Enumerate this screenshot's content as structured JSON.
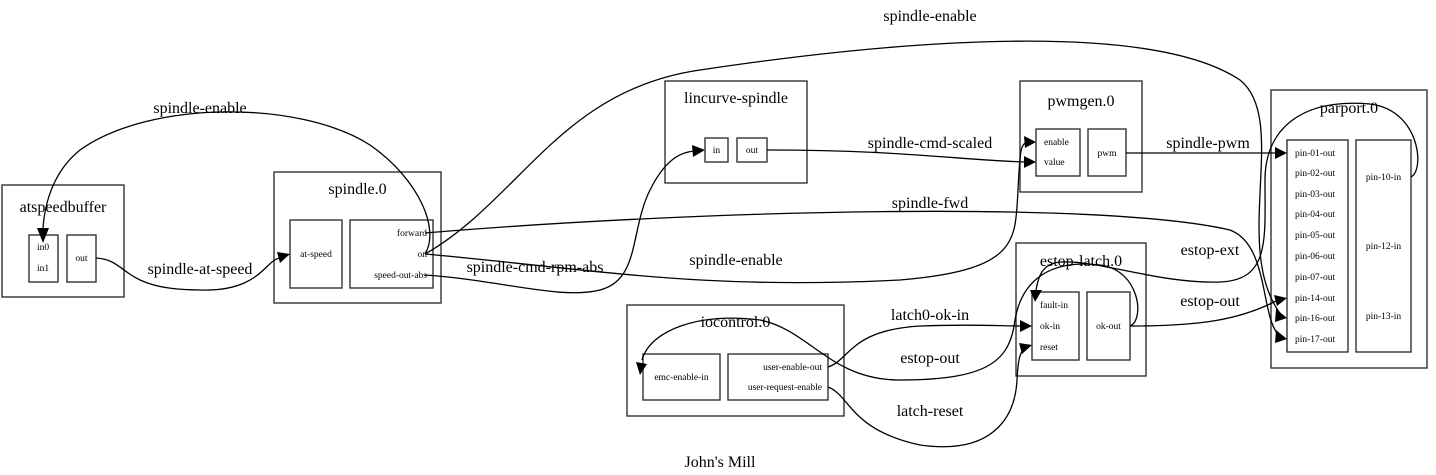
{
  "caption": "John's Mill",
  "nodes": {
    "atspeedbuffer": {
      "title": "atspeedbuffer",
      "inputs": [
        "in0",
        "in1"
      ],
      "outputs": [
        "out"
      ]
    },
    "spindle": {
      "title": "spindle.0",
      "inputs": [
        "at-speed"
      ],
      "outputs": [
        "forward",
        "on",
        "speed-out-abs"
      ]
    },
    "lincurve": {
      "title": "lincurve-spindle",
      "inputs": [
        "in"
      ],
      "outputs": [
        "out"
      ]
    },
    "pwmgen": {
      "title": "pwmgen.0",
      "inputs": [
        "enable",
        "value"
      ],
      "outputs": [
        "pwm"
      ]
    },
    "estop": {
      "title": "estop-latch.0",
      "inputs": [
        "fault-in",
        "ok-in",
        "reset"
      ],
      "outputs": [
        "ok-out"
      ]
    },
    "iocontrol": {
      "title": "iocontrol.0",
      "inputs": [
        "emc-enable-in"
      ],
      "outputs": [
        "user-enable-out",
        "user-request-enable"
      ]
    },
    "parport": {
      "title": "parport.0",
      "inputs": [
        "pin-01-out",
        "pin-02-out",
        "pin-03-out",
        "pin-04-out",
        "pin-05-out",
        "pin-06-out",
        "pin-07-out",
        "pin-14-out",
        "pin-16-out",
        "pin-17-out"
      ],
      "outputs": [
        "pin-10-in",
        "pin-12-in",
        "pin-13-in"
      ]
    }
  },
  "edges": {
    "spindle_enable_top": "spindle-enable",
    "spindle_enable_left": "spindle-enable",
    "spindle_enable_mid": "spindle-enable",
    "spindle_at_speed": "spindle-at-speed",
    "spindle_cmd_rpm_abs": "spindle-cmd-rpm-abs",
    "spindle_cmd_scaled": "spindle-cmd-scaled",
    "spindle_pwm": "spindle-pwm",
    "spindle_fwd": "spindle-fwd",
    "estop_ext": "estop-ext",
    "estop_out_right": "estop-out",
    "estop_out_mid": "estop-out",
    "latch0_ok_in": "latch0-ok-in",
    "latch_reset": "latch-reset"
  }
}
